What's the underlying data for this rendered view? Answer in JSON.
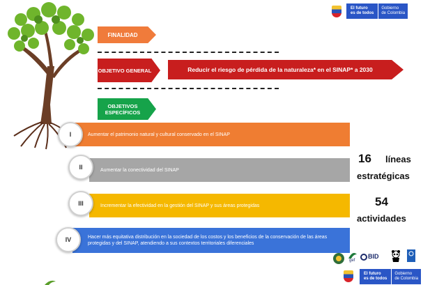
{
  "header": {
    "tagline_line1": "El futuro",
    "tagline_line2": "es de todos",
    "gov_line1": "Gobierno",
    "gov_line2": "de Colombia"
  },
  "arrows": {
    "finalidad": "FINALIDAD",
    "objetivo_general_label": "OBJETIVO GENERAL",
    "objetivo_general_text": "Reducir el riesgo de pérdida de la naturaleza* en el SINAP* a 2030",
    "objetivos_especificos_label": "OBJETIVOS ESPECÍFICOS"
  },
  "objectives": [
    {
      "numeral": "I",
      "text": "Aumentar el patrimonio natural y cultural conservado en el SINAP",
      "color": "#ef7d32"
    },
    {
      "numeral": "II",
      "text": "Aumentar la conectividad del SINAP",
      "color": "#a6a6a6"
    },
    {
      "numeral": "III",
      "text": "Incrementar la  efectividad en la gestión del SINAP y sus áreas protegidas",
      "color": "#f5b800"
    },
    {
      "numeral": "IV",
      "text": "Hacer más equitativa distribución en la sociedad de los costos y los beneficios de la conservación de las áreas protegidas y del SINAP, atendiendo a sus contextos territoriales diferenciales",
      "color": "#3a73d9"
    }
  ],
  "stats": {
    "lineas_num": "16",
    "lineas_word": "líneas",
    "lineas_word2": "estratégicas",
    "actividades_num": "54",
    "actividades_word": "actividades"
  },
  "partners": {
    "gef": "gef",
    "bid": "BID"
  },
  "colors": {
    "orange": "#f07b3b",
    "red": "#c81e1e",
    "green": "#16a34a",
    "gov_blue": "#2a56c6"
  }
}
